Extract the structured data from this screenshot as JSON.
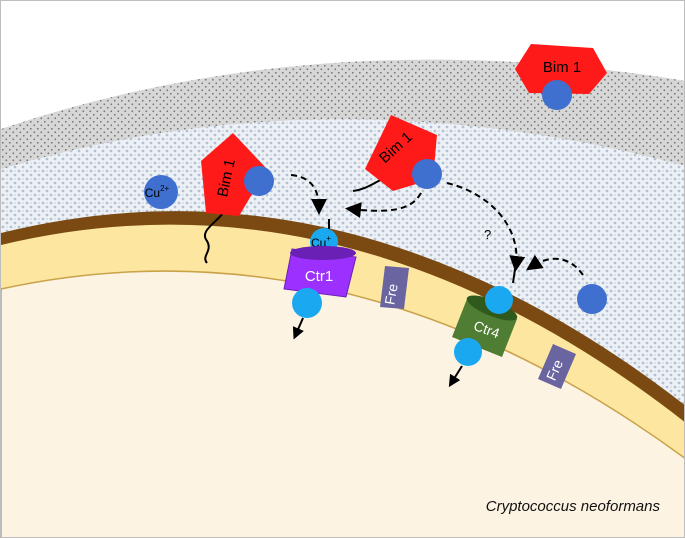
{
  "diagram": {
    "organism_label": "Cryptococcus neoformans",
    "bim1_label": "Bim 1",
    "ctr1_label": "Ctr1",
    "ctr4_label": "Ctr4",
    "fre_label": "Fre",
    "cu2_label": "Cu",
    "cu2_charge": "2+",
    "cu1_label": "Cu",
    "cu1_charge": "+",
    "unknown_mark": "?"
  },
  "colors": {
    "capsule_outer": "#d9d9d9",
    "capsule_inner": "#dbe3ec",
    "cell_wall": "#7a4a12",
    "membrane": "#fde6a0",
    "cytoplasm": "#fdf3e3",
    "bim1": "#ff1a1a",
    "copper_dark": "#3f6fcf",
    "copper_light": "#1aa9f0",
    "ctr1": "#9b30ff",
    "ctr4": "#4f7d34",
    "fre": "#6a65a0"
  }
}
